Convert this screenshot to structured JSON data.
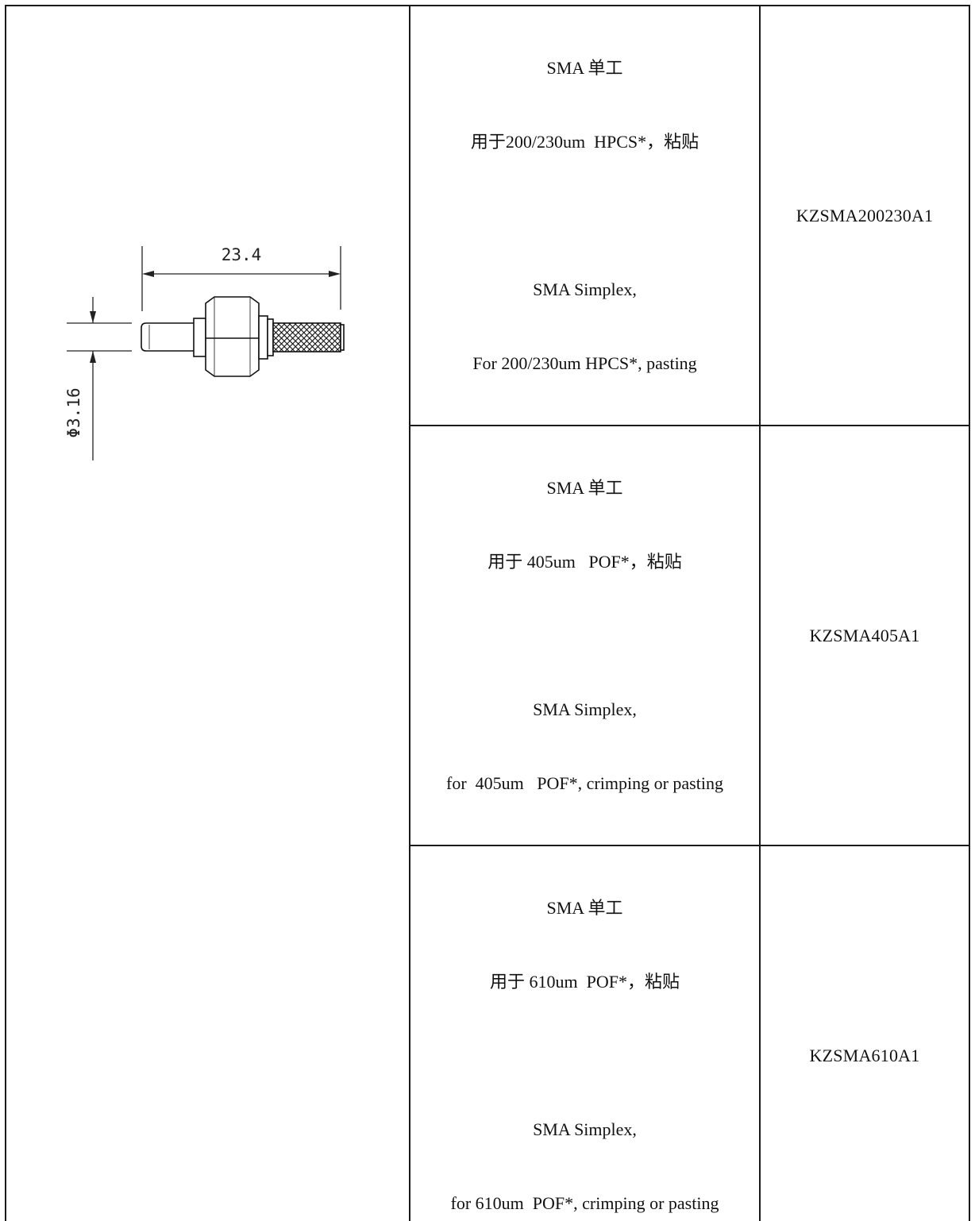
{
  "drawing": {
    "length_label": "23.4",
    "diameter_label": "Φ3.16"
  },
  "rows": [
    {
      "cn_line1": "SMA 单工",
      "cn_line2": "用于200/230um  HPCS*，粘贴",
      "en_line1": "SMA Simplex,",
      "en_line2": "For 200/230um HPCS*, pasting",
      "code": "KZSMA200230A1"
    },
    {
      "cn_line1": "SMA 单工",
      "cn_line2": "用于 405um   POF*，粘贴",
      "en_line1": "SMA Simplex,",
      "en_line2": "for  405um   POF*, crimping or pasting",
      "code": "KZSMA405A1"
    },
    {
      "cn_line1": "SMA 单工",
      "cn_line2": "用于 610um  POF*，粘贴",
      "en_line1": "SMA Simplex,",
      "en_line2": "for 610um  POF*, crimping or pasting",
      "code": "KZSMA610A1"
    }
  ]
}
